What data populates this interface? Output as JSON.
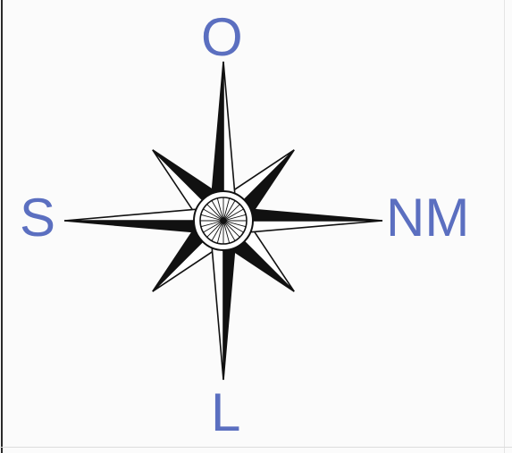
{
  "compass": {
    "north": "O",
    "west": "S",
    "east": "NM",
    "south": "L"
  },
  "colors": {
    "label": "#5b6fc0",
    "ink": "#111111",
    "paper": "#ffffff"
  }
}
